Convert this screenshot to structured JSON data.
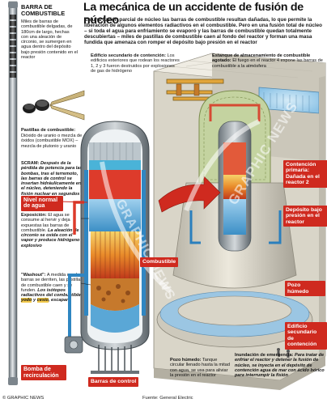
{
  "title": "La mecánica de un accidente de fusión de núcleo",
  "intro": "En una fusión parcial de núcleo las barras de combustible resultan dañadas, lo que permite la liberación de algunos elementos radiactivos en el combustible. Pero en una fusión total de núcleo – si toda el agua para enfriamiento se evaporó y las barras de combustible quedan totalmente descubiertas – miles de pastillas de combustible caen al fondo del reactor y forman una masa fundida que amenaza con romper el depósito bajo presión en el reactor",
  "barra": {
    "title": "BARRA DE COMBUSTIBLE",
    "text": "Miles de barras de combustible delgadas, de 180cm de largo, hechas con una aleación de circonio, se sumergen en agua dentro del depósito bajo presión contenido en el reactor"
  },
  "pastillas": {
    "title": "Pastillas de combustible:",
    "text": "Dióxido de uranio o mezcla de óxidos (combustible MOX) – mezcla de plutonio y uranio"
  },
  "scram": {
    "title": "SCRAM:",
    "text": "Después de la pérdida de potencia para las bombas, tras el terremoto, las barras de control se insertan hidráulicamente en el núcleo, deteniendo la fisión nuclear en segundos"
  },
  "nivel_label": "Nivel normal de agua",
  "exposicion": {
    "title": "Exposición:",
    "text1": "El agua se consume al hervir y deja expuestas las barras de combustible.",
    "text2": "La aleación de circonio se oxida con el vapor y produce hidrógeno explosivo"
  },
  "washout": {
    "title": "\"Washout\":",
    "text1": "A medida que las barras se derriten, las pastillas de combustible caen y se funden.",
    "text2": "Los isótopos radiactivos del combustible",
    "hl_yodo": "yodo",
    "text3": "y",
    "hl_cesio": "cesio",
    "text4": "escapan"
  },
  "combustible_label": "Combustible",
  "bomba_label": "Bomba de recirculación",
  "barras_control_label": "Barras de control",
  "edificio_sec": {
    "title": "Edificio secundario de contención:",
    "text": "Los edificios exteriores que rodean los reactores 1, 2 y 3 fueron destruidos por explosiones de gas de hidrógeno"
  },
  "estanque": {
    "title": "Estanque de almacenamiento de combustible agotado:",
    "text": "El fuego en el reactor 4 expone las barras de combustible a la atmósfera"
  },
  "contencion_primaria": "Contención primaria: Dañada en el reactor 2",
  "deposito_label": "Depósito bajo presión en el reactor",
  "pozo_humedo_label": "Pozo húmedo",
  "edificio_label": "Edificio secundario de contención",
  "pozo_text": {
    "title": "Pozo húmedo:",
    "text": "Tanque circular llenado hasta la mitad con agua, se usa para aliviar la presión en el reactor"
  },
  "inundacion": {
    "title": "Inundación de emergencia:",
    "text": "Para tratar de enfriar el reactor y detener la fusión de núcleo, se inyecta en el depósito de contención agua de mar con ácido bórico para interrumpir la fisión"
  },
  "watermark": "GRAPHIC NEWS",
  "footer_left": "© GRAPHIC NEWS",
  "footer_source": "Fuente: General Electric",
  "colors": {
    "accent_red": "#cf2a1f",
    "water_blue": "#6fb3de",
    "fuel_orange": "#e9a23b",
    "concrete": "#d9d4c6",
    "steel": "#9aa3aa"
  }
}
